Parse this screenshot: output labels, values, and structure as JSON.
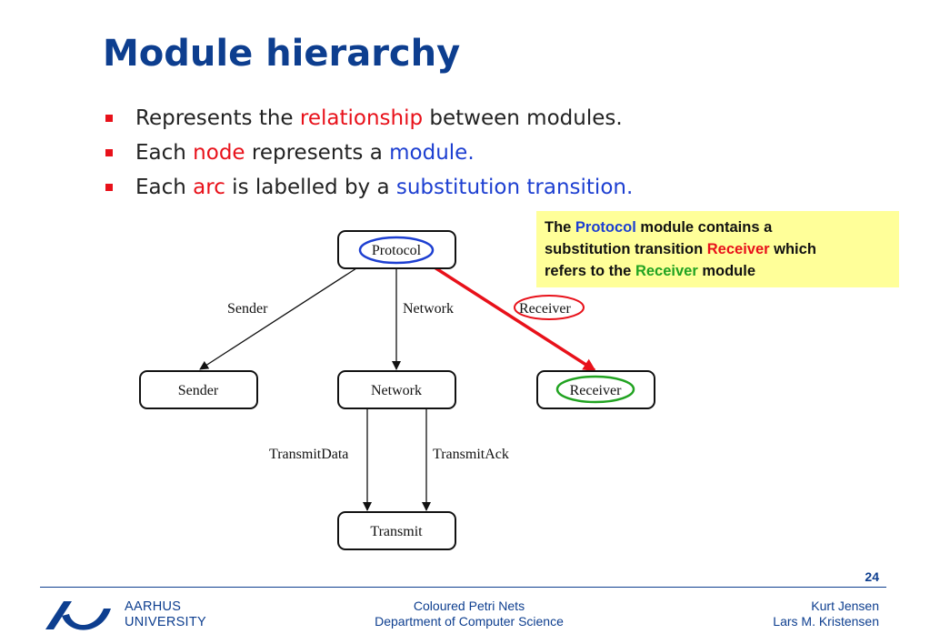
{
  "slide": {
    "title": "Module hierarchy",
    "bullets": [
      {
        "pre": "Represents the ",
        "hl": "relationship",
        "post": " between modules."
      },
      {
        "pre": "Each ",
        "hl": "node",
        "mid": " represents a ",
        "blue": "module."
      },
      {
        "pre": "Each ",
        "hl": "arc",
        "mid": " is labelled by a ",
        "blue": "substitution transition."
      }
    ],
    "colors": {
      "title": "#0d3e8f",
      "red": "#e8111a",
      "blue": "#1d3fd1",
      "green": "#21a321",
      "callout_bg": "#ffff99"
    }
  },
  "callout": {
    "t1": "The ",
    "protocol": "Protocol",
    "t2": " module contains a",
    "t3": "substitution transition ",
    "receiver": "Receiver",
    "t4": " which",
    "t5": "refers to the ",
    "receiver2": "Receiver",
    "t6": " module"
  },
  "diagram": {
    "nodes": {
      "protocol": "Protocol",
      "sender": "Sender",
      "network": "Network",
      "receiver": "Receiver",
      "transmit": "Transmit"
    },
    "arcs": {
      "sender": "Sender",
      "network": "Network",
      "receiver": "Receiver",
      "transmit_data": "TransmitData",
      "transmit_ack": "TransmitAck"
    }
  },
  "footer": {
    "page": "24",
    "university_line1": "AARHUS",
    "university_line2": "UNIVERSITY",
    "center_line1": "Coloured Petri Nets",
    "center_line2": "Department of Computer Science",
    "right_line1": "Kurt Jensen",
    "right_line2": "Lars M. Kristensen"
  }
}
